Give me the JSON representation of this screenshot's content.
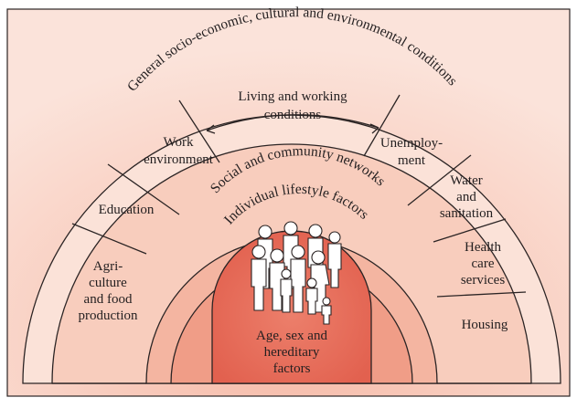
{
  "diagram": {
    "outer_arc_label": "General socio-economic, cultural and environmental conditions",
    "network_arc_label": "Social and community networks",
    "lifestyle_arc_label": "Individual lifestyle factors",
    "center": {
      "lines": [
        "Age, sex and",
        "hereditary",
        "factors"
      ],
      "icon": "people-group-icon"
    },
    "top_box": {
      "lines": [
        "Living and working",
        "conditions"
      ],
      "arrow": "double-curved-arrow-icon"
    },
    "left_segments": [
      {
        "id": "work-environment",
        "lines": [
          "Work",
          "environment"
        ]
      },
      {
        "id": "education",
        "lines": [
          "Education"
        ]
      },
      {
        "id": "agriculture",
        "lines": [
          "Agri-",
          "culture",
          "and food",
          "production"
        ]
      }
    ],
    "right_segments": [
      {
        "id": "unemployment",
        "lines": [
          "Unemploy-",
          "ment"
        ]
      },
      {
        "id": "water-sanitation",
        "lines": [
          "Water",
          "and",
          "sanitation"
        ]
      },
      {
        "id": "health-care",
        "lines": [
          "Health",
          "care",
          "services"
        ]
      },
      {
        "id": "housing",
        "lines": [
          "Housing"
        ]
      }
    ],
    "colors": {
      "frame_bg": "#f8d3c6",
      "ring_outer": "#fbe0d6",
      "ring_mid": "#f6c3b2",
      "ring_network": "#f3b4a0",
      "ring_lifestyle": "#f09c86",
      "core": "#e86f5d",
      "stroke": "#2b2424"
    }
  }
}
